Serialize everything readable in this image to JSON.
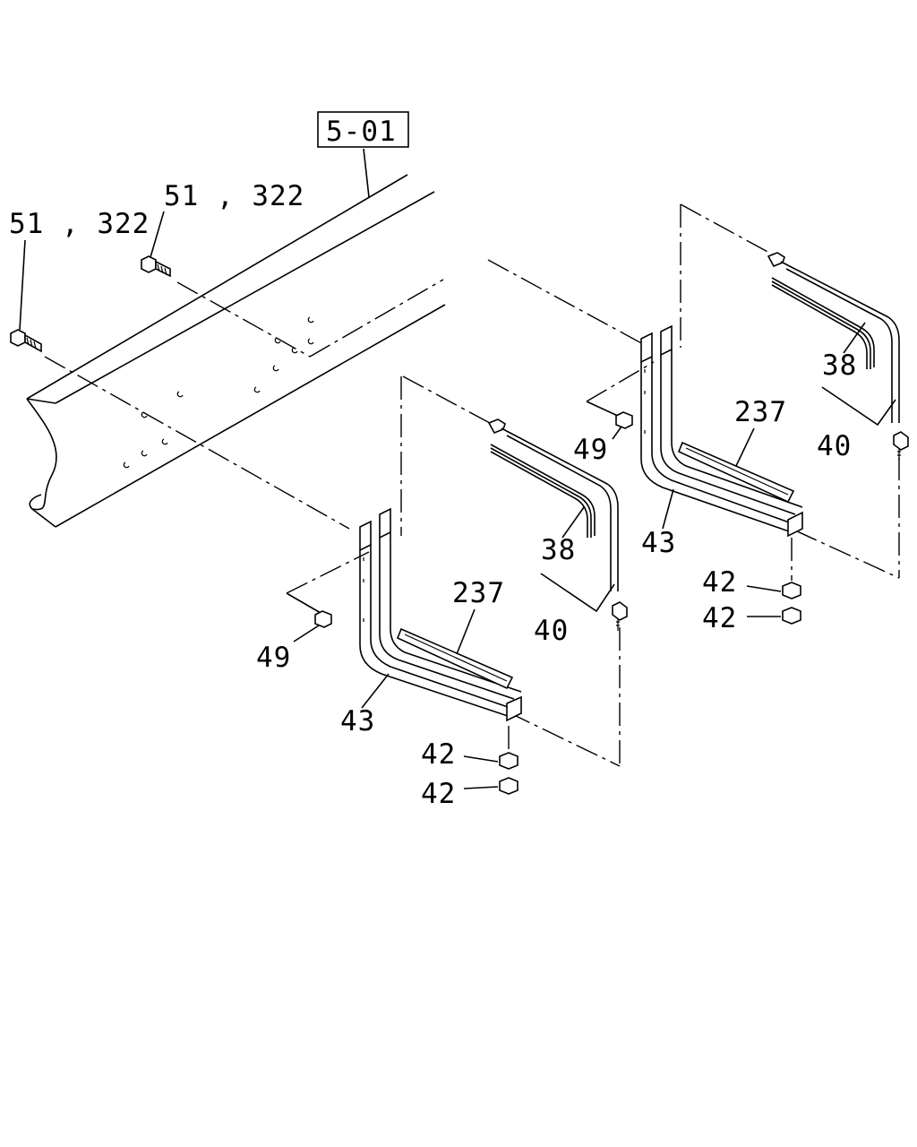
{
  "ref_box": "5-01",
  "labels": {
    "bolt_left": "51 , 322",
    "bolt_right": "51 , 322",
    "front": {
      "strap_inner": "38",
      "strap_outer": "40",
      "pad": "237",
      "bracket": "43",
      "nut_side": "49",
      "nut_top": "42",
      "nut_bottom": "42"
    },
    "rear": {
      "strap_inner": "38",
      "strap_outer": "40",
      "pad": "237",
      "bracket": "43",
      "nut_side": "49",
      "nut_top": "42",
      "nut_bottom": "42"
    }
  }
}
